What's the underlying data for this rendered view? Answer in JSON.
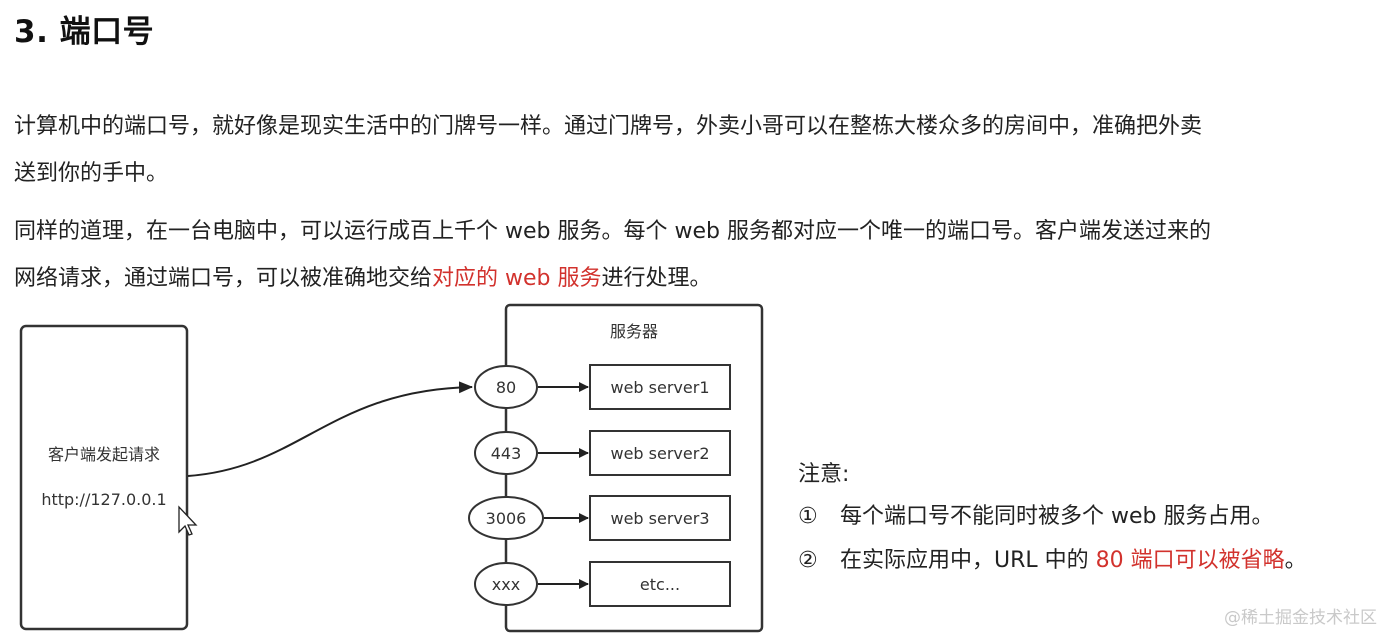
{
  "heading": "3. 端口号",
  "paragraph1": {
    "line1": "计算机中的端口号，就好像是现实生活中的门牌号一样。通过门牌号，外卖小哥可以在整栋大楼众多的房间中，准确把外卖",
    "line2": "送到你的手中。"
  },
  "paragraph2": {
    "line1": "同样的道理，在一台电脑中，可以运行成百上千个 web 服务。每个 web 服务都对应一个唯一的端口号。客户端发送过来的",
    "line2_before": "网络请求，通过端口号，可以被准确地交给",
    "line2_highlight": "对应的 web 服务",
    "line2_after": "进行处理。"
  },
  "diagram": {
    "client": {
      "label": "客户端发起请求",
      "address": "http://127.0.0.1"
    },
    "server": {
      "label": "服务器",
      "ports": [
        {
          "port": "80",
          "service": "web server1"
        },
        {
          "port": "443",
          "service": "web server2"
        },
        {
          "port": "3006",
          "service": "web server3"
        },
        {
          "port": "xxx",
          "service": "etc..."
        }
      ]
    }
  },
  "notes": {
    "title": "注意:",
    "items": [
      {
        "num": "①",
        "before": "每个端口号不能同时被多个 web 服务占用。",
        "highlight": "",
        "after": ""
      },
      {
        "num": "②",
        "before": "在实际应用中，URL 中的 ",
        "highlight": "80 端口可以被省略",
        "after": "。"
      }
    ]
  },
  "watermark": "@稀土掘金技术社区",
  "colors": {
    "highlight": "#d2322d",
    "text": "#222222"
  }
}
